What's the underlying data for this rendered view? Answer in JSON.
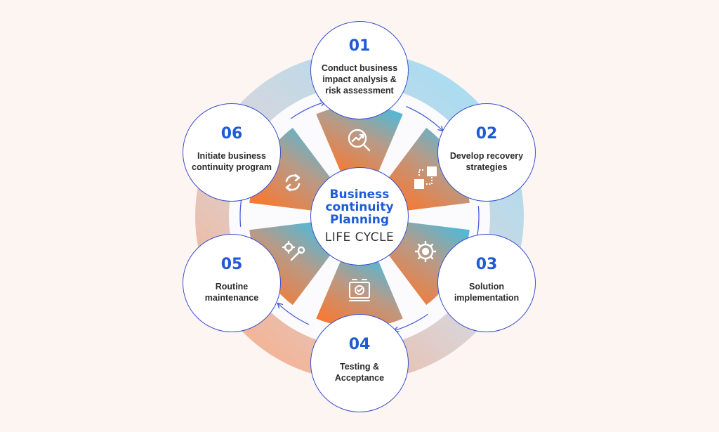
{
  "center": {
    "title": "Business continuity Planning",
    "subtitle": "LIFE CYCLE"
  },
  "steps": [
    {
      "number": "01",
      "label": "Conduct business impact analysis & risk assessment",
      "icon": "magnifier-chart-icon"
    },
    {
      "number": "02",
      "label": "Develop recovery strategies",
      "icon": "puzzle-icon"
    },
    {
      "number": "03",
      "label": "Solution implementation",
      "icon": "gear-bulb-icon"
    },
    {
      "number": "04",
      "label": "Testing & Acceptance",
      "icon": "checklist-gear-icon"
    },
    {
      "number": "05",
      "label": "Routine maintenance",
      "icon": "wrench-gear-icon"
    },
    {
      "number": "06",
      "label": "Initiate business continuity program",
      "icon": "refresh-icon"
    }
  ],
  "colors": {
    "background": "#fdf5f1",
    "accent_blue": "#1f5bd6",
    "circle_border": "#3a4fd0",
    "ring_blue": "#a8d8ef",
    "ring_orange": "#f3b08f",
    "segment_teal": "#5fb1c4",
    "segment_orange": "#f07d3d"
  }
}
